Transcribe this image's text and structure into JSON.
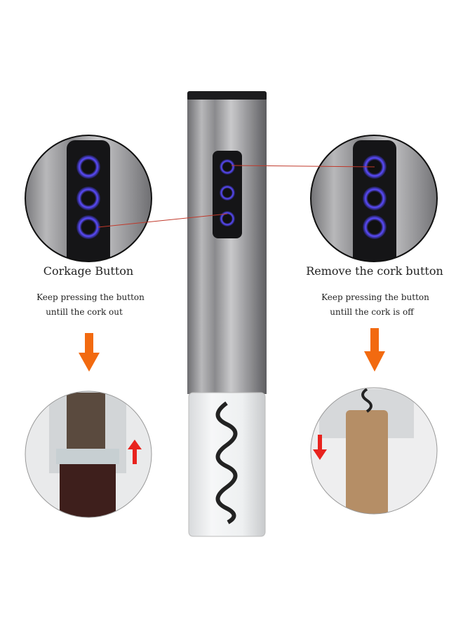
{
  "left_panel": {
    "title": "Corkage Button",
    "instruction_line1": "Keep pressing  the button",
    "instruction_line2": "untill the  cork out",
    "arrow_direction": "up"
  },
  "right_panel": {
    "title": "Remove the cork button",
    "instruction_line1": "Keep pressing  the button",
    "instruction_line2": "untill the  cork is  off",
    "arrow_direction": "down"
  },
  "colors": {
    "accent_arrow": "#f26a10",
    "button_glow": "#4a3cff",
    "red_arrow": "#e8231e",
    "body_silver": "#9a9a9c"
  }
}
